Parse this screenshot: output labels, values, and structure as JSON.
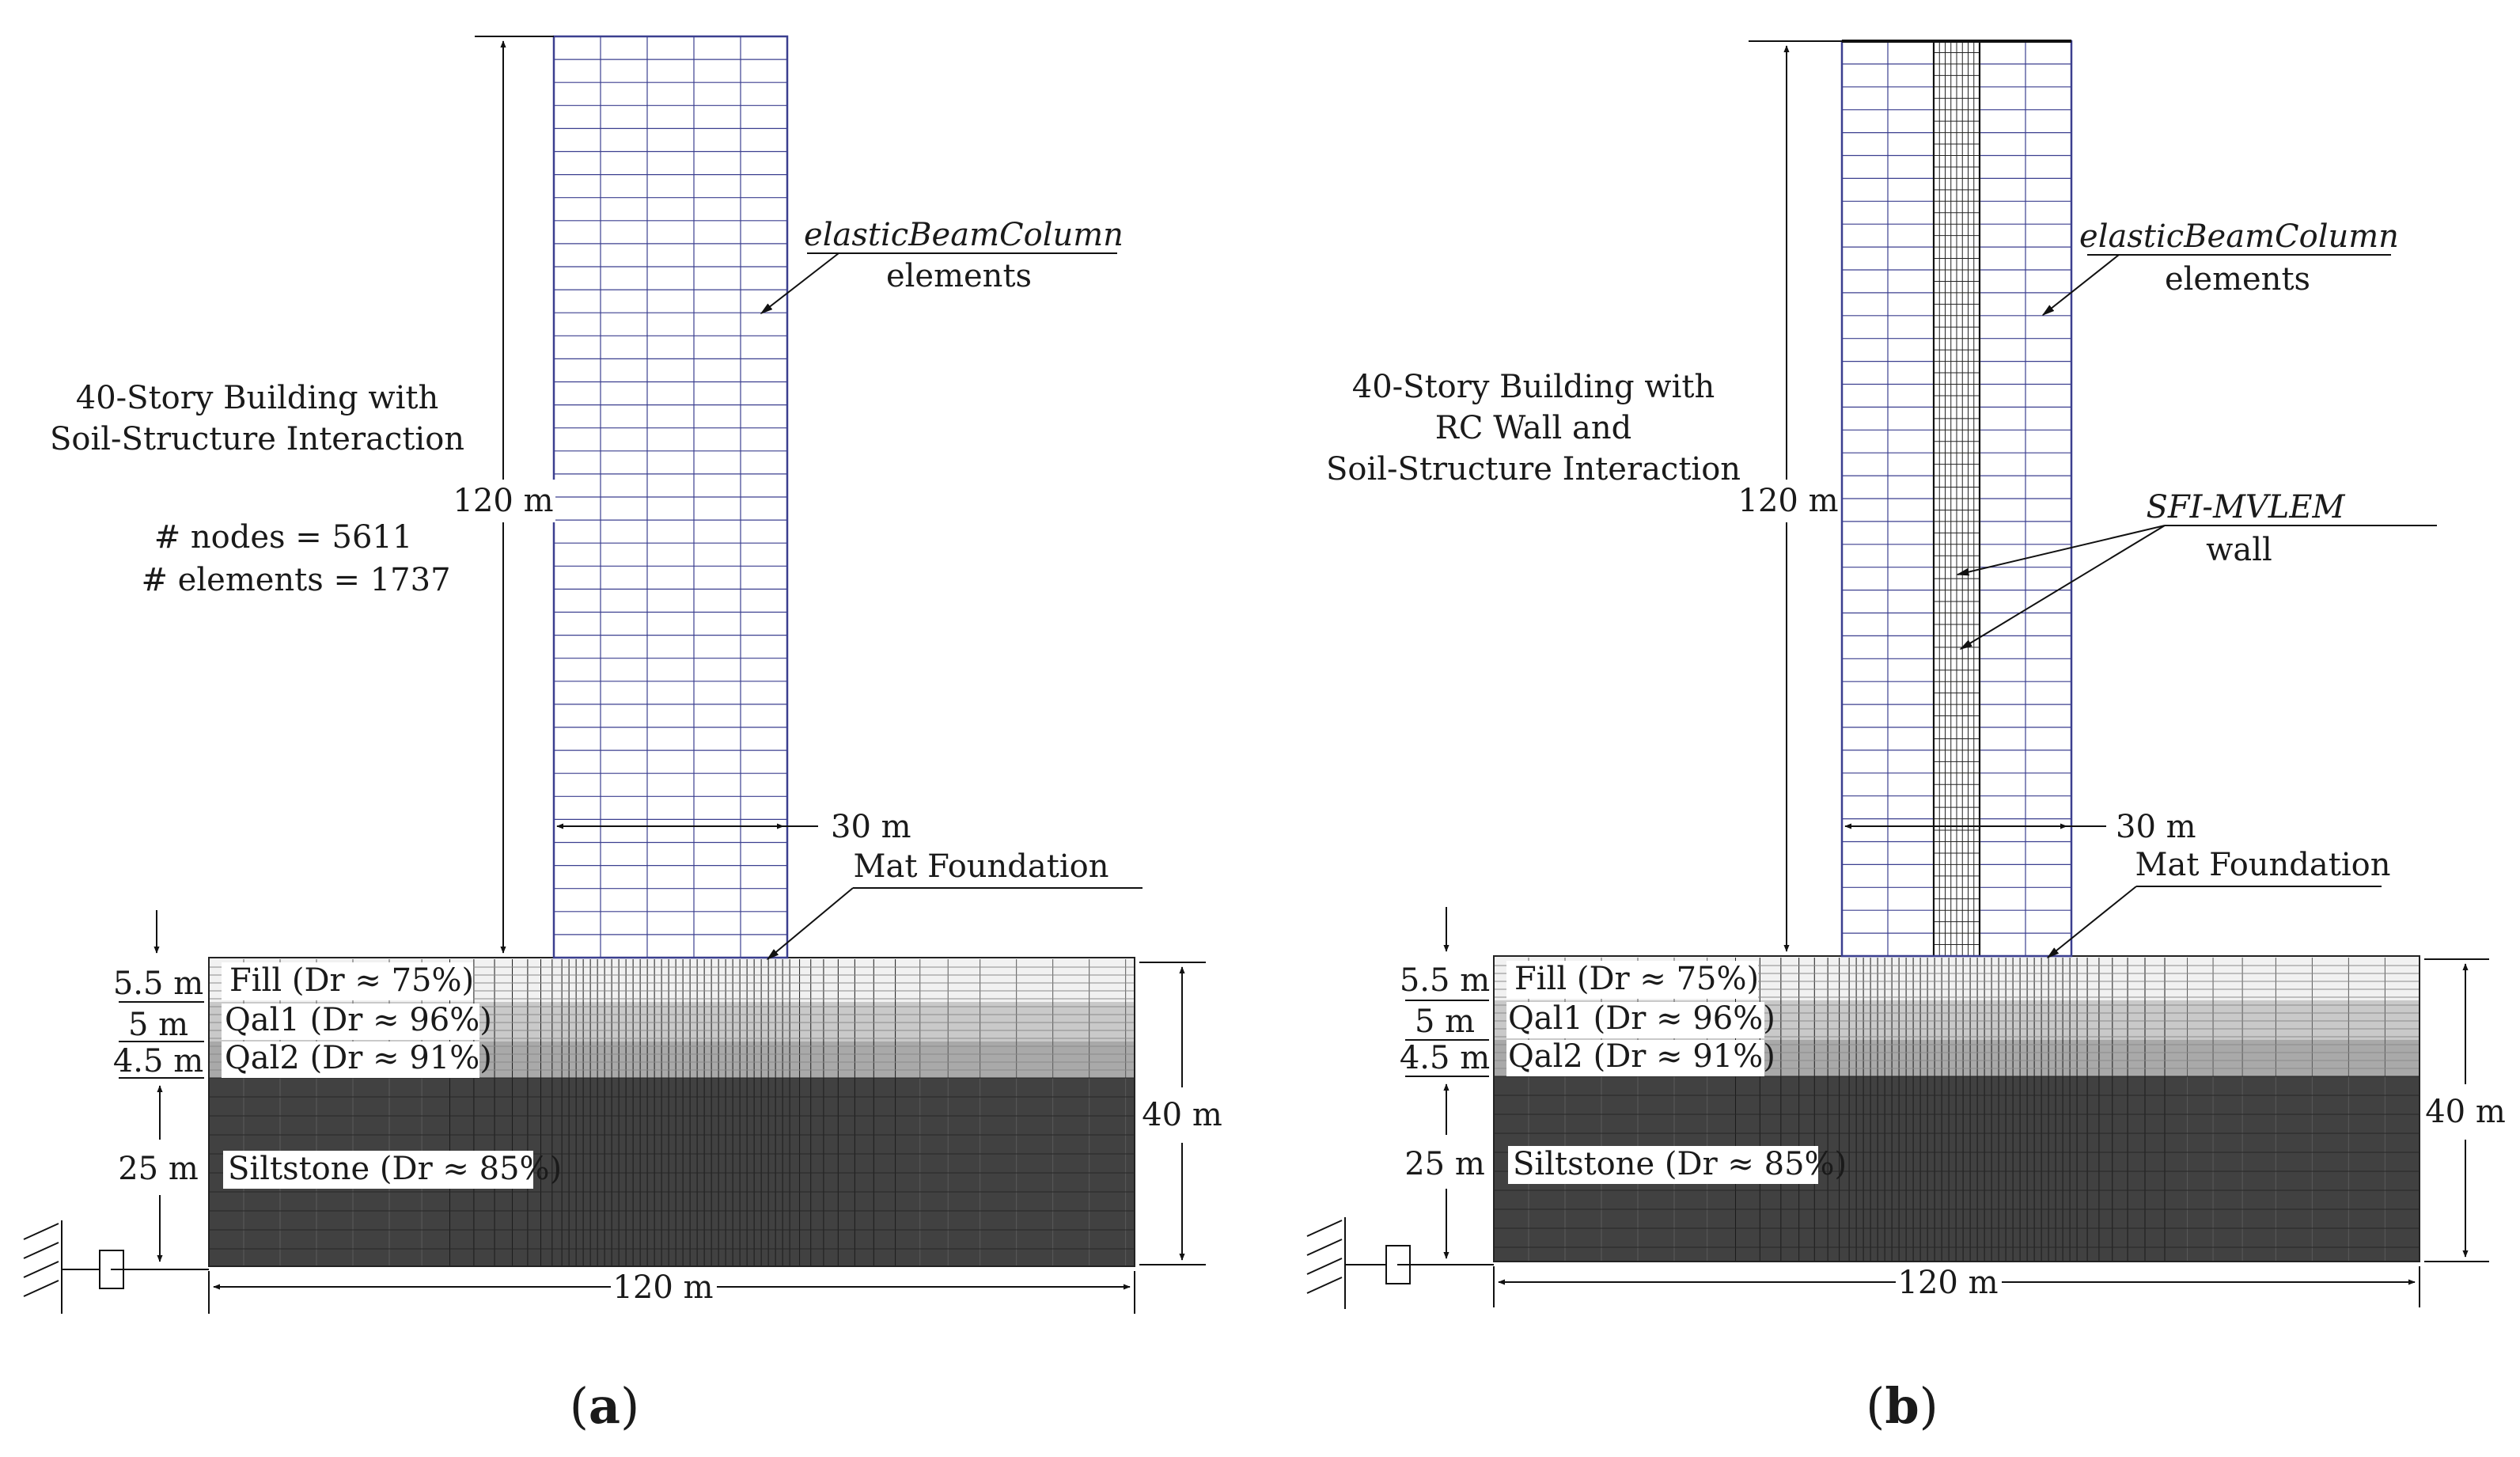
{
  "colors": {
    "building_grid": "#3b3f8f",
    "fill_layer": "#f1f1f1",
    "qal1_layer": "#c9c9c9",
    "qal2_layer": "#a9a9a9",
    "siltstone_layer": "#414141",
    "wall_grid": "#222222",
    "dim_line": "#111111"
  },
  "panels": [
    {
      "id": "a",
      "caption": {
        "open": "(",
        "letter": "a",
        "close": ")"
      },
      "title": [
        "40-Story Building with",
        "Soil-Structure Interaction"
      ],
      "stats": [
        "# nodes = 5611",
        "# elements = 1737"
      ],
      "has_wall": false,
      "height_dim": "120 m",
      "width_dim": "30 m",
      "soil_depth_dim": "40 m",
      "soil_width_dim": "120 m",
      "beam_label": "elasticBeamColumn",
      "beam_sub": "elements",
      "mat_label": "Mat Foundation",
      "layers": [
        {
          "thickness": "5.5 m",
          "label": "Fill (Dr ≈ 75%)"
        },
        {
          "thickness": "5 m",
          "label": "Qal1 (Dr ≈ 96%)"
        },
        {
          "thickness": "4.5 m",
          "label": "Qal2 (Dr ≈ 91%)"
        },
        {
          "thickness": "25 m",
          "label": "Siltstone (Dr ≈ 85%)"
        }
      ]
    },
    {
      "id": "b",
      "caption": {
        "open": "(",
        "letter": "b",
        "close": ")"
      },
      "title": [
        "40-Story Building with",
        "RC Wall and",
        "Soil-Structure Interaction"
      ],
      "stats": [],
      "has_wall": true,
      "height_dim": "120 m",
      "width_dim": "30 m",
      "soil_depth_dim": "40 m",
      "soil_width_dim": "120 m",
      "beam_label": "elasticBeamColumn",
      "beam_sub": "elements",
      "wall_label": "SFI-MVLEM",
      "wall_sub": "wall",
      "mat_label": "Mat Foundation",
      "layers": [
        {
          "thickness": "5.5 m",
          "label": "Fill (Dr ≈ 75%)"
        },
        {
          "thickness": "5 m",
          "label": "Qal1 (Dr ≈ 96%)"
        },
        {
          "thickness": "4.5 m",
          "label": "Qal2 (Dr ≈ 91%)"
        },
        {
          "thickness": "25 m",
          "label": "Siltstone (Dr ≈ 85%)"
        }
      ]
    }
  ]
}
